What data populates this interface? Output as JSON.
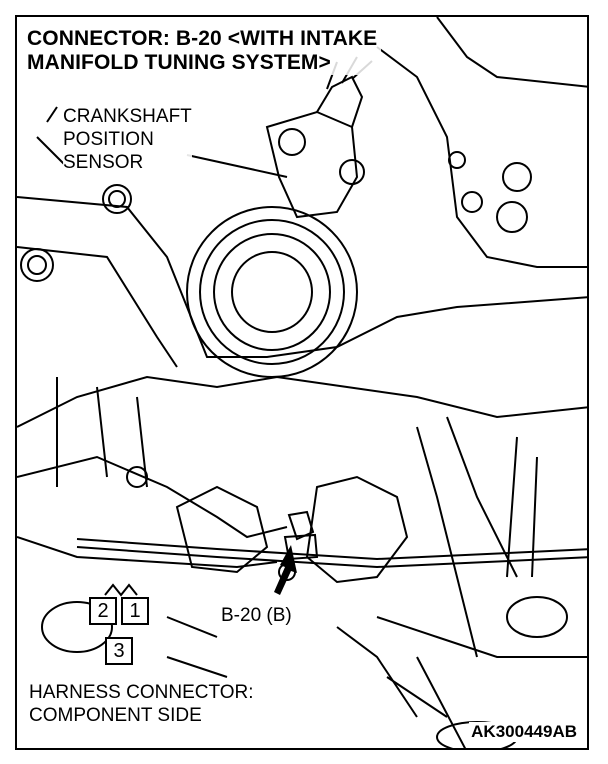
{
  "title": {
    "line1": "CONNECTOR: B-20 <WITH INTAKE",
    "line2": "MANIFOLD TUNING SYSTEM>"
  },
  "callout": {
    "line1": "CRANKSHAFT",
    "line2": "POSITION",
    "line3": "SENSOR"
  },
  "location_label": "B-20 (B)",
  "connector_pins": [
    "2",
    "1",
    "3"
  ],
  "harness_label": {
    "line1": "HARNESS CONNECTOR:",
    "line2": "COMPONENT SIDE"
  },
  "figure_code": "AK300449AB"
}
